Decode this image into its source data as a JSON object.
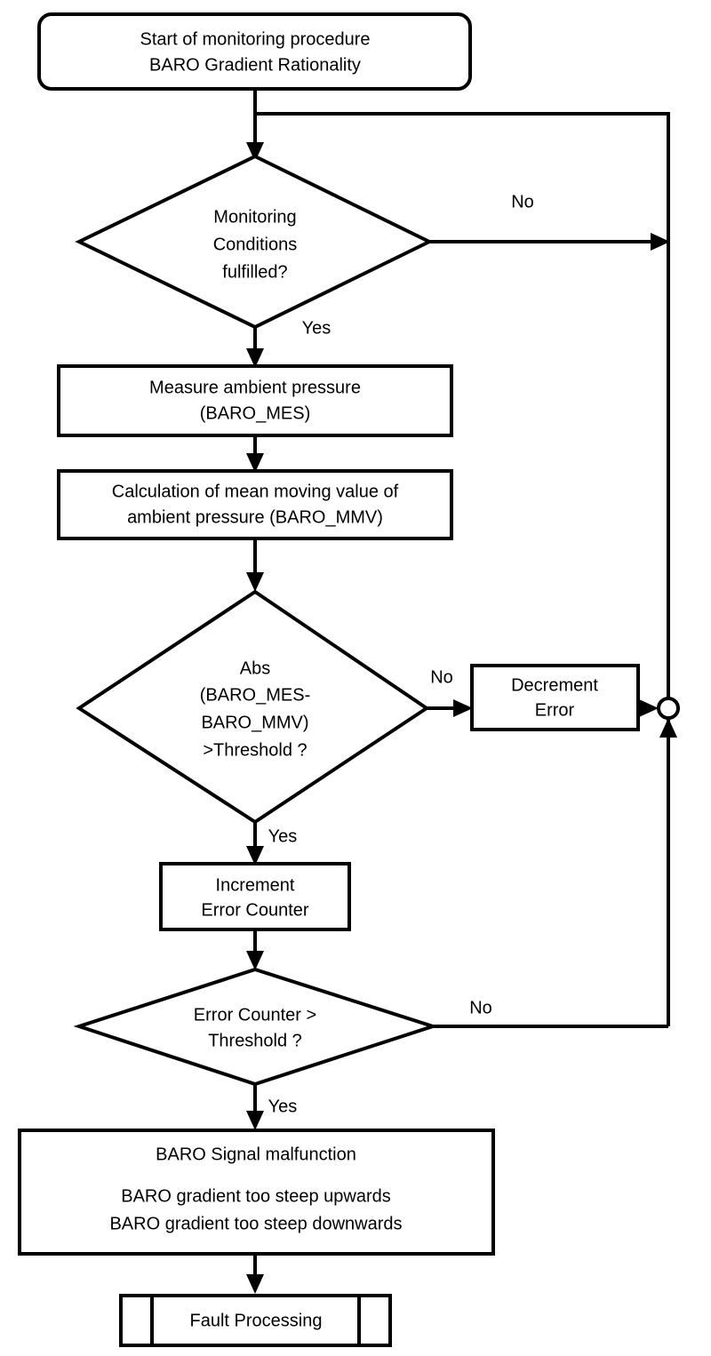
{
  "diagram": {
    "title": "BARO Gradient Rationality monitoring procedure flowchart",
    "background_color": "#ffffff",
    "line_color": "#000000",
    "text_color": "#000000"
  },
  "nodes": {
    "start": {
      "shape": "rounded-rectangle",
      "lines": [
        "Start of monitoring procedure",
        "BARO Gradient Rationality"
      ]
    },
    "decision_conditions": {
      "shape": "diamond",
      "lines": [
        "Monitoring",
        "Conditions",
        "fulfilled?"
      ]
    },
    "measure_pressure": {
      "shape": "rectangle",
      "lines": [
        "Measure ambient pressure",
        "(BARO_MES)"
      ]
    },
    "calc_mmv": {
      "shape": "rectangle",
      "lines": [
        "Calculation of mean moving value of",
        "ambient pressure (BARO_MMV)"
      ]
    },
    "decision_threshold": {
      "shape": "diamond",
      "lines": [
        "Abs",
        "(BARO_MES-",
        "BARO_MMV)",
        ">Threshold ?"
      ]
    },
    "decrement_error": {
      "shape": "rectangle",
      "lines": [
        "Decrement",
        "Error"
      ]
    },
    "increment_counter": {
      "shape": "rectangle",
      "lines": [
        "Increment",
        "Error Counter"
      ]
    },
    "decision_counter": {
      "shape": "diamond",
      "lines": [
        "Error Counter >",
        "Threshold ?"
      ]
    },
    "malfunction": {
      "shape": "rectangle",
      "lines": [
        "BARO Signal malfunction",
        "BARO gradient too steep upwards",
        "BARO gradient too steep downwards"
      ]
    },
    "fault_processing": {
      "shape": "predefined-process",
      "lines": [
        "Fault Processing"
      ]
    },
    "merge_junction": {
      "shape": "circle",
      "lines": []
    }
  },
  "edge_labels": {
    "conditions_no": "No",
    "conditions_yes": "Yes",
    "threshold_no": "No",
    "threshold_yes": "Yes",
    "counter_no": "No",
    "counter_yes": "Yes"
  }
}
